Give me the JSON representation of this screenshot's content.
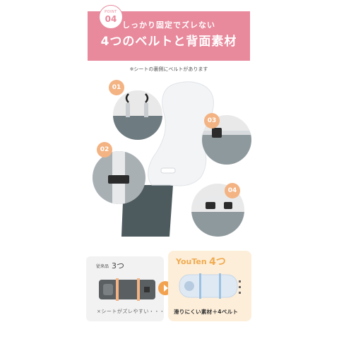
{
  "header": {
    "point_label": "POINT",
    "point_number": "04",
    "subtitle": "しっかり固定でズレない",
    "title": "4つのベルトと背面素材",
    "note": "※シートの裏側にベルトがあります"
  },
  "callouts": [
    "01",
    "02",
    "03",
    "04"
  ],
  "comparison": {
    "old": {
      "label": "従来品",
      "count": "3つ",
      "caption": "×シートがズレやすい・・・"
    },
    "new": {
      "brand": "YouTen",
      "count": "4つ",
      "caption": "滑りにくい素材＋4ベルト"
    }
  },
  "colors": {
    "banner": "#e8899c",
    "accent_orange": "#f3b383",
    "arrow": "#f2a24f",
    "seat_back": "#4d5a5e",
    "seat_front": "#f2f4f6"
  }
}
